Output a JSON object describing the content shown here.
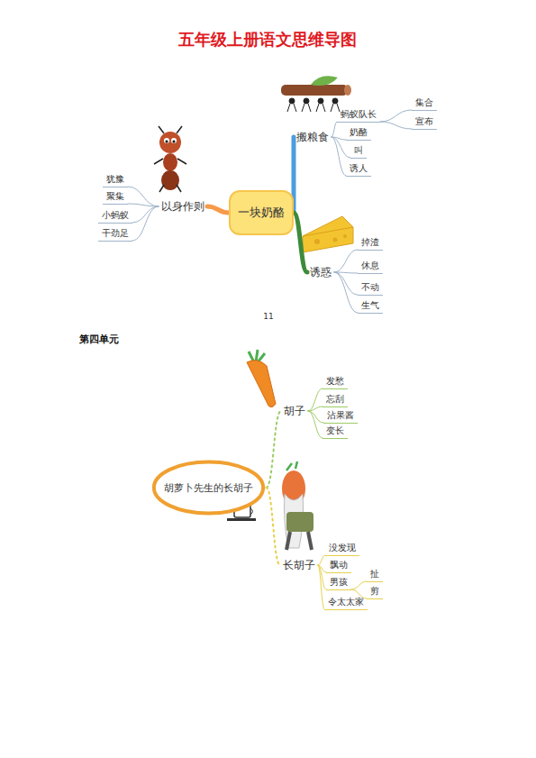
{
  "diagram": {
    "title": "五年级上册语文思维导图",
    "nodes": [
      {
        "text": [
          "一块奶酪"
        ]
      },
      {
        "text": [
          "以身作则"
        ]
      },
      {
        "text": [
          "犹豫"
        ]
      },
      {
        "text": [
          "聚集"
        ]
      },
      {
        "text": [
          "小蚂蚁"
        ]
      },
      {
        "text": [
          "干劲足"
        ]
      },
      {
        "text": [
          "搬粮食"
        ]
      },
      {
        "text": [
          "蚂蚁队长"
        ]
      },
      {
        "text": [
          "集合"
        ]
      },
      {
        "text": [
          "宣布"
        ]
      },
      {
        "text": [
          "奶酪"
        ]
      },
      {
        "text": [
          "叫"
        ]
      },
      {
        "text": [
          "诱人"
        ]
      },
      {
        "text": [
          "诱惑"
        ]
      },
      {
        "text": [
          "掉渣"
        ]
      },
      {
        "text": [
          "休息"
        ]
      },
      {
        "text": [
          "不动"
        ]
      },
      {
        "text": [
          "生气"
        ]
      },
      {
        "text": [
          "胡萝卜先生的长胡子"
        ]
      },
      {
        "text": [
          "胡子"
        ]
      },
      {
        "text": [
          "发愁"
        ]
      },
      {
        "text": [
          "忘刮"
        ]
      },
      {
        "text": [
          "沾果酱"
        ]
      },
      {
        "text": [
          "变长"
        ]
      },
      {
        "text": [
          "长胡子"
        ]
      },
      {
        "text": [
          "没发现"
        ]
      },
      {
        "text": [
          "飘动"
        ]
      },
      {
        "text": [
          "男孩"
        ]
      },
      {
        "text": [
          "扯"
        ]
      },
      {
        "text": [
          "剪"
        ]
      },
      {
        "text": [
          "令太太家"
        ]
      }
    ],
    "edges": [
      {
        "from": 0,
        "to": 1,
        "arrow": "none"
      },
      {
        "from": 1,
        "to": 2,
        "arrow": "none"
      },
      {
        "from": 1,
        "to": 3,
        "arrow": "none"
      },
      {
        "from": 1,
        "to": 4,
        "arrow": "none"
      },
      {
        "from": 1,
        "to": 5,
        "arrow": "none"
      },
      {
        "from": 0,
        "to": 6,
        "arrow": "none"
      },
      {
        "from": 6,
        "to": 7,
        "arrow": "none"
      },
      {
        "from": 7,
        "to": 8,
        "arrow": "none"
      },
      {
        "from": 7,
        "to": 9,
        "arrow": "none"
      },
      {
        "from": 6,
        "to": 10,
        "arrow": "none"
      },
      {
        "from": 6,
        "to": 11,
        "arrow": "none"
      },
      {
        "from": 6,
        "to": 12,
        "arrow": "none"
      },
      {
        "from": 0,
        "to": 13,
        "arrow": "none"
      },
      {
        "from": 13,
        "to": 14,
        "arrow": "none"
      },
      {
        "from": 13,
        "to": 15,
        "arrow": "none"
      },
      {
        "from": 13,
        "to": 16,
        "arrow": "none"
      },
      {
        "from": 13,
        "to": 17,
        "arrow": "none"
      },
      {
        "from": 18,
        "to": 19,
        "arrow": "none"
      },
      {
        "from": 19,
        "to": 20,
        "arrow": "none"
      },
      {
        "from": 19,
        "to": 21,
        "arrow": "none"
      },
      {
        "from": 19,
        "to": 22,
        "arrow": "none"
      },
      {
        "from": 19,
        "to": 23,
        "arrow": "none"
      },
      {
        "from": 18,
        "to": 24,
        "arrow": "none"
      },
      {
        "from": 24,
        "to": 25,
        "arrow": "none"
      },
      {
        "from": 24,
        "to": 26,
        "arrow": "none"
      },
      {
        "from": 24,
        "to": 27,
        "arrow": "none"
      },
      {
        "from": 27,
        "to": 28,
        "arrow": "none"
      },
      {
        "from": 27,
        "to": 29,
        "arrow": "none"
      },
      {
        "from": 24,
        "to": 30,
        "arrow": "none"
      }
    ],
    "labels": [
      "11",
      "第四单元"
    ]
  }
}
